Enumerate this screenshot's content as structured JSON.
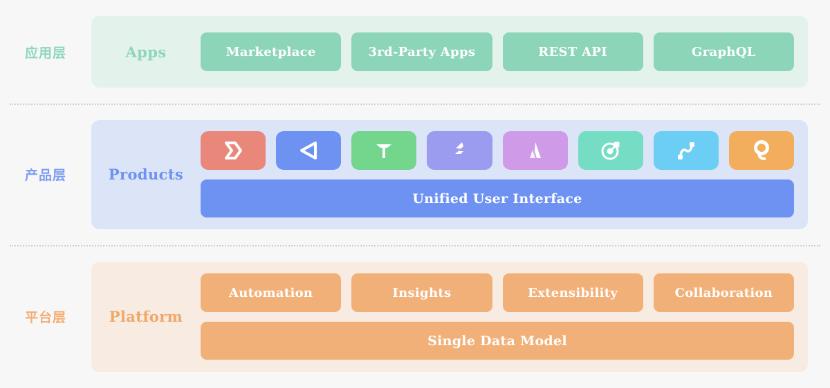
{
  "diagram": {
    "background_color": "#f7f7f7",
    "divider_color": "#cfcfcf",
    "tiers": [
      {
        "id": "apps",
        "cn_label": "应用层",
        "title": "Apps",
        "band_color": "#e3f3ec",
        "accent_color": "#8cd5b9",
        "chips": [
          {
            "label": "Marketplace"
          },
          {
            "label": "3rd-Party Apps"
          },
          {
            "label": "REST API"
          },
          {
            "label": "GraphQL"
          }
        ]
      },
      {
        "id": "products",
        "cn_label": "产品层",
        "title": "Products",
        "band_color": "#dce4f8",
        "accent_color": "#6d92f2",
        "icons": [
          {
            "name": "chevron-sigma-icon",
            "color": "#e8877a"
          },
          {
            "name": "triangle-play-left-icon",
            "color": "#6d92f2"
          },
          {
            "name": "letter-t-icon",
            "color": "#74d58c"
          },
          {
            "name": "flame-ribbon-icon",
            "color": "#9b9bf0"
          },
          {
            "name": "mountain-peak-icon",
            "color": "#cf9ae8"
          },
          {
            "name": "target-arrow-icon",
            "color": "#74ddc4"
          },
          {
            "name": "curve-node-icon",
            "color": "#6ccdf5"
          },
          {
            "name": "letter-q-icon",
            "color": "#f2ae5c"
          }
        ],
        "bar_label": "Unified User Interface"
      },
      {
        "id": "platform",
        "cn_label": "平台层",
        "title": "Platform",
        "band_color": "#f8ebe1",
        "accent_color": "#f2b079",
        "chips": [
          {
            "label": "Automation"
          },
          {
            "label": "Insights"
          },
          {
            "label": "Extensibility"
          },
          {
            "label": "Collaboration"
          }
        ],
        "bar_label": "Single Data Model"
      }
    ]
  }
}
